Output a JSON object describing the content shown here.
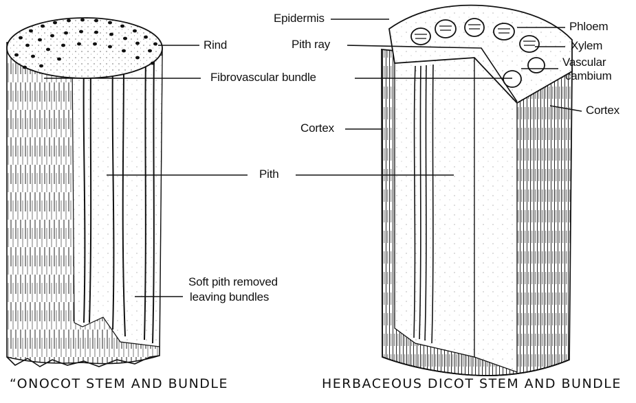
{
  "monocot": {
    "labels": {
      "rind": "Rind",
      "fibrovascular_bundle": "Fibrovascular bundle",
      "pith": "Pith",
      "soft_pith_line1": "Soft pith removed",
      "soft_pith_line2": "leaving bundles"
    },
    "caption": "“ONOCOT STEM AND BUNDLE"
  },
  "dicot": {
    "labels": {
      "epidermis": "Epidermis",
      "pith_ray": "Pith ray",
      "phloem": "Phloem",
      "xylem": "Xylem",
      "vascular_line1": "Vascular",
      "vascular_line2": "cambium",
      "cortex_left": "Cortex",
      "cortex_right": "Cortex"
    },
    "caption": "HERBACEOUS DICOT STEM AND BUNDLE"
  },
  "colors": {
    "ink": "#111111",
    "paper": "#ffffff",
    "shade": "#e9e9e9"
  }
}
